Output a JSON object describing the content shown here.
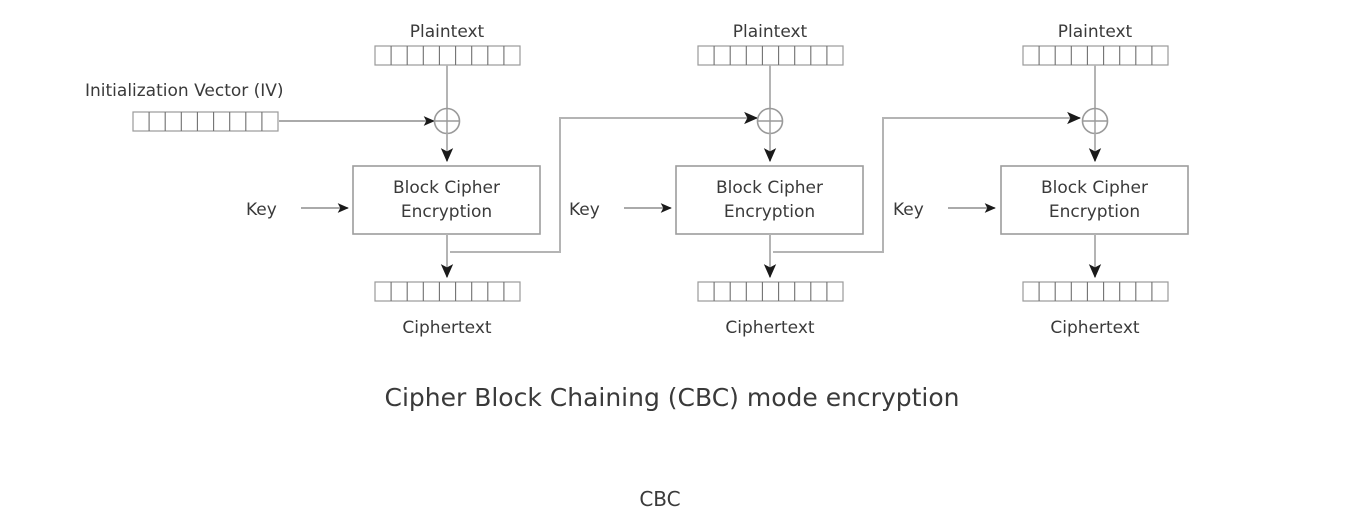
{
  "diagram": {
    "title": "Cipher Block Chaining (CBC) mode encryption",
    "footer": "CBC",
    "iv_label": "Initialization Vector (IV)",
    "colors": {
      "background": "#ffffff",
      "text": "#3a3a3a",
      "wire": "#b4b4b4",
      "box_border": "#9d9d9d",
      "cell_border": "#9a9a9a",
      "arrowhead": "#1a1a1a"
    },
    "block_cell_count": 9,
    "stages": [
      {
        "plaintext_label": "Plaintext",
        "key_label": "Key",
        "cipher_label_line1": "Block Cipher",
        "cipher_label_line2": "Encryption",
        "ciphertext_label": "Ciphertext"
      },
      {
        "plaintext_label": "Plaintext",
        "key_label": "Key",
        "cipher_label_line1": "Block Cipher",
        "cipher_label_line2": "Encryption",
        "ciphertext_label": "Ciphertext"
      },
      {
        "plaintext_label": "Plaintext",
        "key_label": "Key",
        "cipher_label_line1": "Block Cipher",
        "cipher_label_line2": "Encryption",
        "ciphertext_label": "Ciphertext"
      }
    ]
  }
}
